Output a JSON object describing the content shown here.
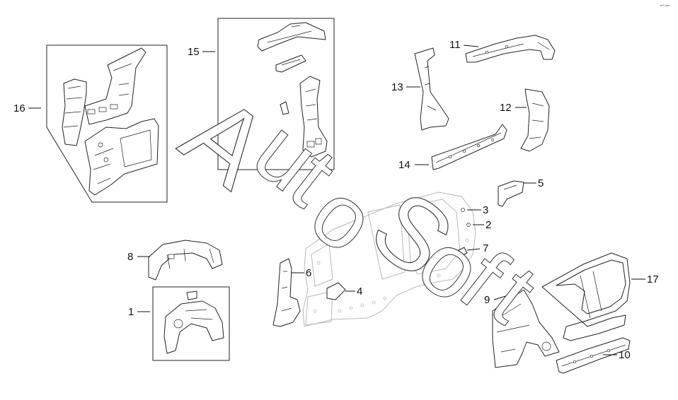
{
  "diagram": {
    "callouts": {
      "c1": "1",
      "c2": "2",
      "c3": "3",
      "c4": "4",
      "c5": "5",
      "c6": "6",
      "c7": "7",
      "c8": "8",
      "c9": "9",
      "c10": "10",
      "c11": "11",
      "c12": "12",
      "c13": "13",
      "c14": "14",
      "c15": "15",
      "c16": "16",
      "c17": "17"
    },
    "watermark": {
      "w1": "A",
      "w2": "u",
      "w3": "t",
      "w4": "o",
      "w5": "S",
      "w6": "o",
      "w7": "f",
      "w8": "t"
    },
    "corner_mark": "a** mm"
  }
}
